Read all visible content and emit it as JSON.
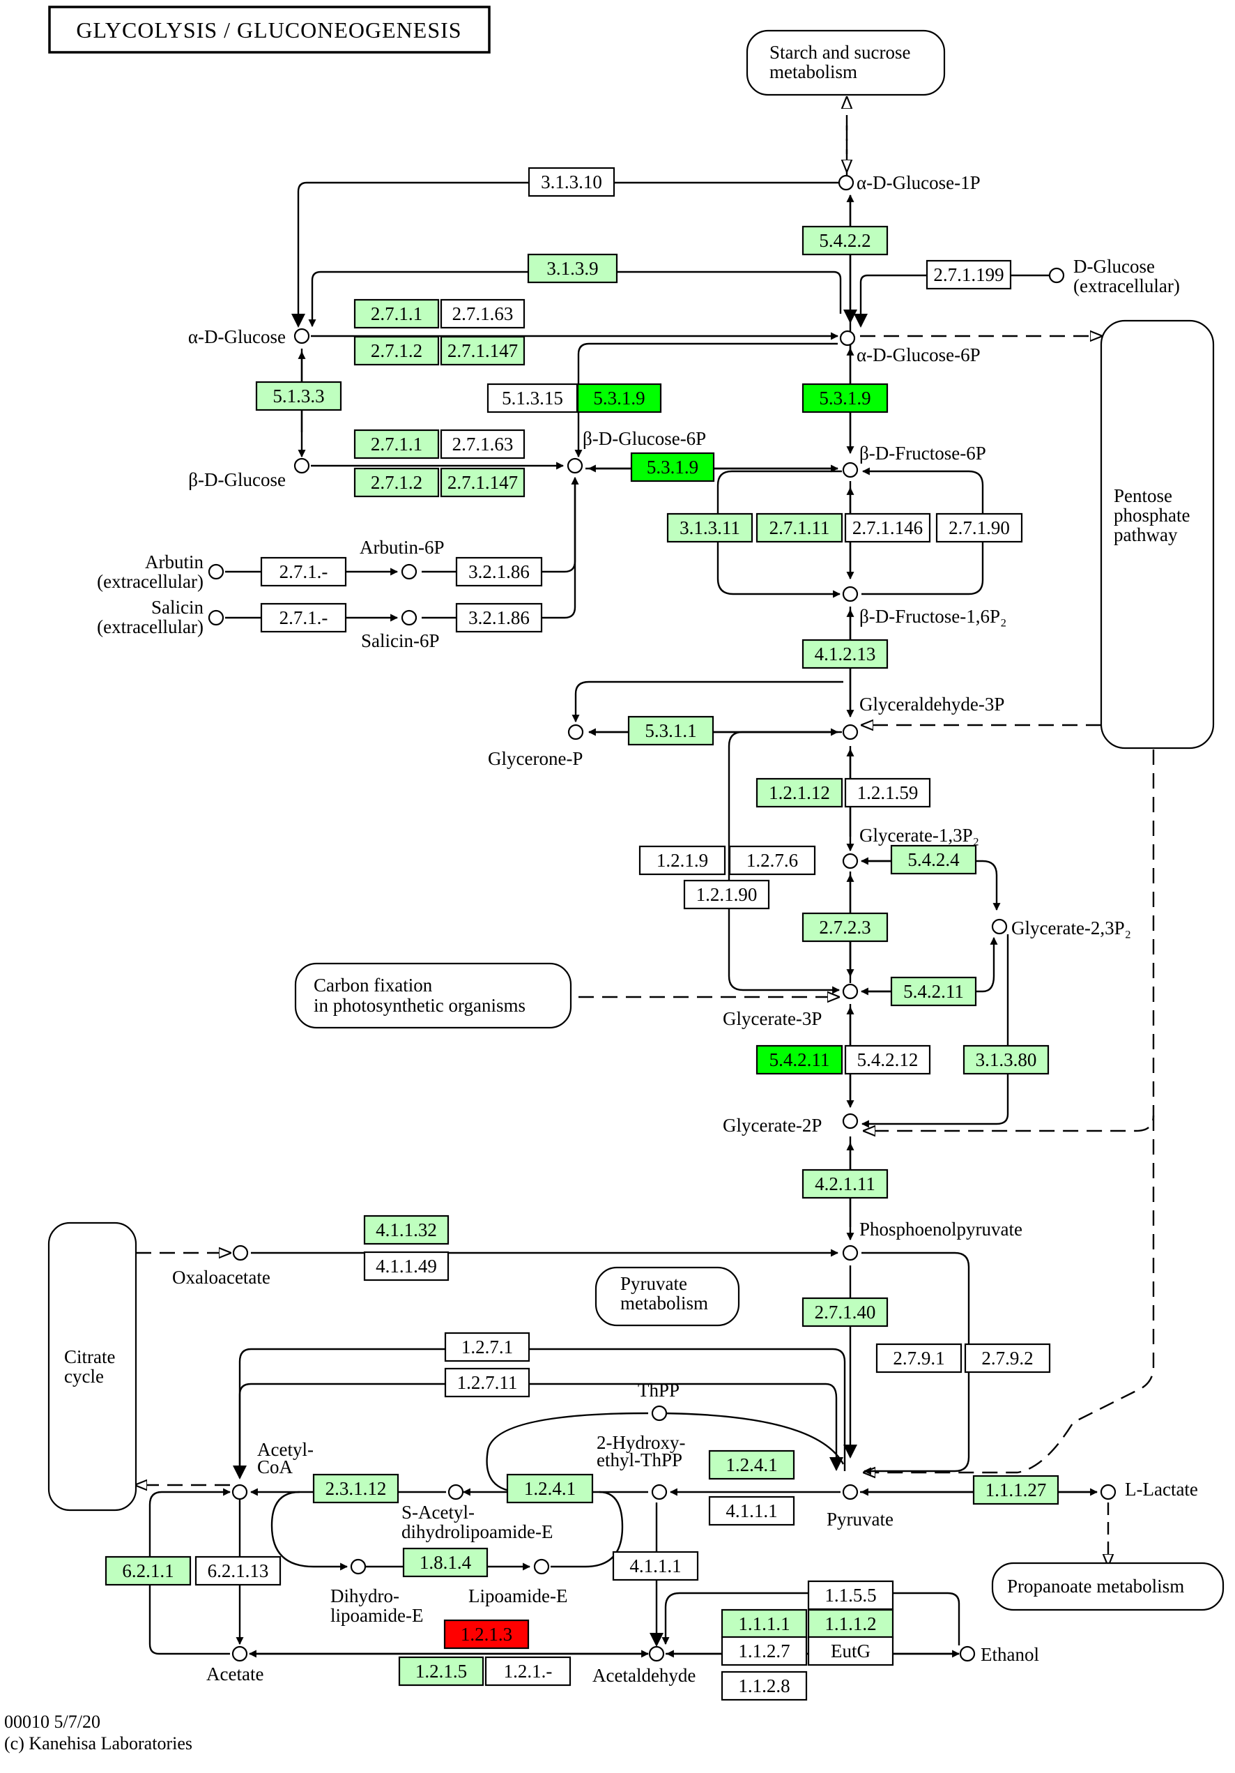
{
  "title": "GLYCOLYSIS / GLUCONEOGENESIS",
  "footer": {
    "code": "00010 5/7/20",
    "copyright": "(c) Kanehisa Laboratories"
  },
  "colors": {
    "none": "#ffffff",
    "light": "#bfffbf",
    "dark": "#00ff00",
    "red": "#ff0000"
  },
  "maps": [
    {
      "id": "starch",
      "lines": [
        "Starch and sucrose",
        "metabolism"
      ]
    },
    {
      "id": "pentose",
      "lines": [
        "Pentose",
        "phosphate",
        "pathway"
      ]
    },
    {
      "id": "carbon",
      "lines": [
        "Carbon fixation",
        "in photosynthetic organisms"
      ]
    },
    {
      "id": "citrate",
      "lines": [
        "Citrate",
        "cycle"
      ]
    },
    {
      "id": "pyruvate",
      "lines": [
        "Pyruvate",
        "metabolism"
      ]
    },
    {
      "id": "propanoate",
      "lines": [
        "Propanoate metabolism"
      ]
    }
  ],
  "compounds": [
    {
      "id": "ag1p",
      "lines": [
        "α-D-Glucose-1P"
      ]
    },
    {
      "id": "dglc",
      "lines": [
        "D-Glucose",
        "(extracellular)"
      ]
    },
    {
      "id": "aglc",
      "lines": [
        "α-D-Glucose"
      ]
    },
    {
      "id": "ag6p",
      "lines": [
        "α-D-Glucose-6P"
      ]
    },
    {
      "id": "bglc",
      "lines": [
        "β-D-Glucose"
      ]
    },
    {
      "id": "bg6p",
      "lines": [
        "β-D-Glucose-6P"
      ]
    },
    {
      "id": "bf6p",
      "lines": [
        "β-D-Fructose-6P"
      ]
    },
    {
      "id": "arb",
      "lines": [
        "Arbutin",
        "(extracellular)"
      ]
    },
    {
      "id": "arb6p",
      "lines": [
        "Arbutin-6P"
      ]
    },
    {
      "id": "sal",
      "lines": [
        "Salicin",
        "(extracellular)"
      ]
    },
    {
      "id": "sal6p",
      "lines": [
        "Salicin-6P"
      ]
    },
    {
      "id": "fbp",
      "lines": [
        "β-D-Fructose-1,6P₂"
      ]
    },
    {
      "id": "gap",
      "lines": [
        "Glyceraldehyde-3P"
      ]
    },
    {
      "id": "dhap",
      "lines": [
        "Glycerone-P"
      ]
    },
    {
      "id": "bpg13",
      "lines": [
        "Glycerate-1,3P₂"
      ]
    },
    {
      "id": "bpg23",
      "lines": [
        "Glycerate-2,3P₂"
      ]
    },
    {
      "id": "pg3",
      "lines": [
        "Glycerate-3P"
      ]
    },
    {
      "id": "pg2",
      "lines": [
        "Glycerate-2P"
      ]
    },
    {
      "id": "pep",
      "lines": [
        "Phosphoenolpyruvate"
      ]
    },
    {
      "id": "oaa",
      "lines": [
        "Oxaloacetate"
      ]
    },
    {
      "id": "thpp",
      "lines": [
        "ThPP"
      ]
    },
    {
      "id": "hethpp",
      "lines": [
        "2-Hydroxy-",
        "ethyl-ThPP"
      ]
    },
    {
      "id": "acoa",
      "lines": [
        "Acetyl-",
        "CoA"
      ]
    },
    {
      "id": "sacdl",
      "lines": [
        "S-Acetyl-",
        "dihydrolipoamide-E"
      ]
    },
    {
      "id": "pyr",
      "lines": [
        "Pyruvate"
      ]
    },
    {
      "id": "lac",
      "lines": [
        "L-Lactate"
      ]
    },
    {
      "id": "dhl",
      "lines": [
        "Dihydro-",
        "lipoamide-E"
      ]
    },
    {
      "id": "lipo",
      "lines": [
        "Lipoamide-E"
      ]
    },
    {
      "id": "acet",
      "lines": [
        "Acetate"
      ]
    },
    {
      "id": "acald",
      "lines": [
        "Acetaldehyde"
      ]
    },
    {
      "id": "etoh",
      "lines": [
        "Ethanol"
      ]
    }
  ],
  "enzymes": [
    {
      "label": "3.1.3.10",
      "state": "none"
    },
    {
      "label": "5.4.2.2",
      "state": "light"
    },
    {
      "label": "3.1.3.9",
      "state": "light"
    },
    {
      "label": "2.7.1.199",
      "state": "none"
    },
    {
      "label": "2.7.1.1",
      "state": "light"
    },
    {
      "label": "2.7.1.63",
      "state": "none"
    },
    {
      "label": "2.7.1.2",
      "state": "light"
    },
    {
      "label": "2.7.1.147",
      "state": "light"
    },
    {
      "label": "5.1.3.3",
      "state": "light"
    },
    {
      "label": "5.1.3.15",
      "state": "none"
    },
    {
      "label": "5.3.1.9",
      "state": "dark"
    },
    {
      "label": "5.3.1.9",
      "state": "dark"
    },
    {
      "label": "2.7.1.1",
      "state": "light"
    },
    {
      "label": "2.7.1.63",
      "state": "none"
    },
    {
      "label": "2.7.1.2",
      "state": "light"
    },
    {
      "label": "2.7.1.147",
      "state": "light"
    },
    {
      "label": "5.3.1.9",
      "state": "dark"
    },
    {
      "label": "3.1.3.11",
      "state": "light"
    },
    {
      "label": "2.7.1.11",
      "state": "light"
    },
    {
      "label": "2.7.1.146",
      "state": "none"
    },
    {
      "label": "2.7.1.90",
      "state": "none"
    },
    {
      "label": "2.7.1.-",
      "state": "none"
    },
    {
      "label": "3.2.1.86",
      "state": "none"
    },
    {
      "label": "2.7.1.-",
      "state": "none"
    },
    {
      "label": "3.2.1.86",
      "state": "none"
    },
    {
      "label": "4.1.2.13",
      "state": "light"
    },
    {
      "label": "5.3.1.1",
      "state": "light"
    },
    {
      "label": "1.2.1.12",
      "state": "light"
    },
    {
      "label": "1.2.1.59",
      "state": "none"
    },
    {
      "label": "1.2.1.9",
      "state": "none"
    },
    {
      "label": "1.2.7.6",
      "state": "none"
    },
    {
      "label": "5.4.2.4",
      "state": "light"
    },
    {
      "label": "1.2.1.90",
      "state": "none"
    },
    {
      "label": "2.7.2.3",
      "state": "light"
    },
    {
      "label": "5.4.2.11",
      "state": "light"
    },
    {
      "label": "5.4.2.11",
      "state": "dark"
    },
    {
      "label": "5.4.2.12",
      "state": "none"
    },
    {
      "label": "3.1.3.80",
      "state": "light"
    },
    {
      "label": "4.2.1.11",
      "state": "light"
    },
    {
      "label": "4.1.1.32",
      "state": "light"
    },
    {
      "label": "4.1.1.49",
      "state": "none"
    },
    {
      "label": "2.7.1.40",
      "state": "light"
    },
    {
      "label": "1.2.7.1",
      "state": "none"
    },
    {
      "label": "1.2.7.11",
      "state": "none"
    },
    {
      "label": "2.7.9.1",
      "state": "none"
    },
    {
      "label": "2.7.9.2",
      "state": "none"
    },
    {
      "label": "1.2.4.1",
      "state": "light"
    },
    {
      "label": "2.3.1.12",
      "state": "light"
    },
    {
      "label": "1.2.4.1",
      "state": "light"
    },
    {
      "label": "4.1.1.1",
      "state": "none"
    },
    {
      "label": "1.1.1.27",
      "state": "light"
    },
    {
      "label": "1.8.1.4",
      "state": "light"
    },
    {
      "label": "4.1.1.1",
      "state": "none"
    },
    {
      "label": "6.2.1.1",
      "state": "light"
    },
    {
      "label": "6.2.1.13",
      "state": "none"
    },
    {
      "label": "1.1.5.5",
      "state": "none"
    },
    {
      "label": "1.1.1.1",
      "state": "light"
    },
    {
      "label": "1.1.1.2",
      "state": "light"
    },
    {
      "label": "1.2.1.3",
      "state": "red"
    },
    {
      "label": "1.1.2.7",
      "state": "none"
    },
    {
      "label": "EutG",
      "state": "none"
    },
    {
      "label": "1.2.1.5",
      "state": "light"
    },
    {
      "label": "1.2.1.-",
      "state": "none"
    },
    {
      "label": "1.1.2.8",
      "state": "none"
    }
  ]
}
